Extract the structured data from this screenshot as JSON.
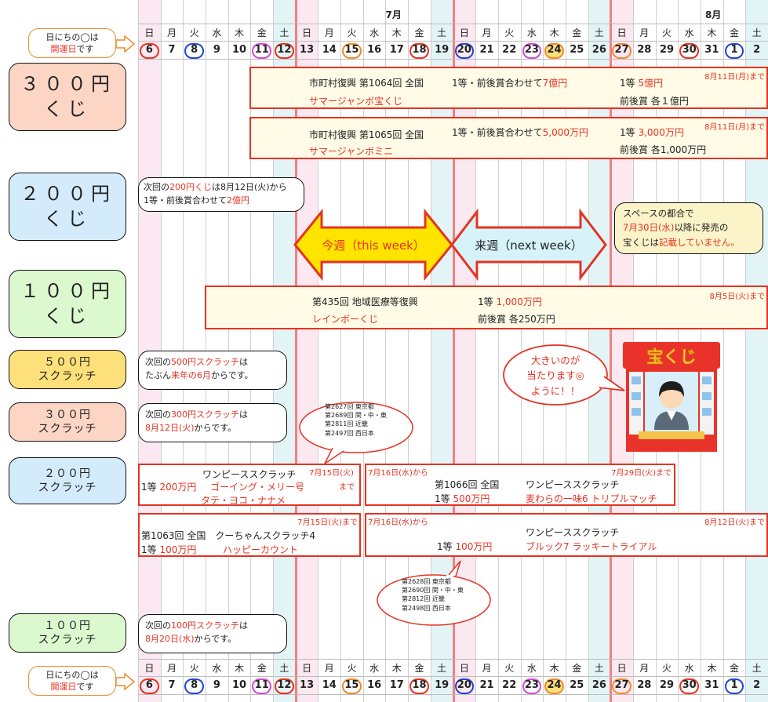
{
  "calendar": {
    "months": [
      {
        "label": "7月",
        "day_index": 3
      },
      {
        "label": "8月",
        "day_index": 25
      }
    ],
    "days": [
      {
        "dow": "日",
        "d": "6",
        "ring": "#e53322"
      },
      {
        "dow": "月",
        "d": "7",
        "ring": ""
      },
      {
        "dow": "火",
        "d": "8",
        "ring": "#1f45d1"
      },
      {
        "dow": "水",
        "d": "9",
        "ring": ""
      },
      {
        "dow": "木",
        "d": "10",
        "ring": ""
      },
      {
        "dow": "金",
        "d": "11",
        "ring": "#d24bd3"
      },
      {
        "dow": "土",
        "d": "12",
        "ring": "#e53322"
      },
      {
        "dow": "日",
        "d": "13",
        "ring": ""
      },
      {
        "dow": "月",
        "d": "14",
        "ring": ""
      },
      {
        "dow": "火",
        "d": "15",
        "ring": "#f08a2d"
      },
      {
        "dow": "水",
        "d": "16",
        "ring": ""
      },
      {
        "dow": "木",
        "d": "17",
        "ring": ""
      },
      {
        "dow": "金",
        "d": "18",
        "ring": "#e53322"
      },
      {
        "dow": "土",
        "d": "19",
        "ring": ""
      },
      {
        "dow": "日",
        "d": "20",
        "ring": "#1f45d1"
      },
      {
        "dow": "月",
        "d": "21",
        "ring": ""
      },
      {
        "dow": "火",
        "d": "22",
        "ring": ""
      },
      {
        "dow": "水",
        "d": "23",
        "ring": "#d24bd3"
      },
      {
        "dow": "木",
        "d": "24",
        "ring": "#f08a2d"
      },
      {
        "dow": "金",
        "d": "25",
        "ring": ""
      },
      {
        "dow": "土",
        "d": "26",
        "ring": ""
      },
      {
        "dow": "日",
        "d": "27",
        "ring": "#f08a2d"
      },
      {
        "dow": "月",
        "d": "28",
        "ring": ""
      },
      {
        "dow": "火",
        "d": "29",
        "ring": ""
      },
      {
        "dow": "水",
        "d": "30",
        "ring": "#e53322"
      },
      {
        "dow": "木",
        "d": "31",
        "ring": ""
      },
      {
        "dow": "金",
        "d": "1",
        "ring": "#1f45d1"
      },
      {
        "dow": "土",
        "d": "2",
        "ring": ""
      }
    ],
    "legend_line1": "日にちの◯は",
    "legend_line2": "開運日",
    "legend_line2b": "です"
  },
  "labels": {
    "k300": [
      "３００円",
      "くじ"
    ],
    "k200": [
      "２００円",
      "くじ"
    ],
    "k100": [
      "１００円",
      "くじ"
    ],
    "s500": [
      "５００円",
      "スクラッチ"
    ],
    "s300": [
      "３００円",
      "スクラッチ"
    ],
    "s200": [
      "２００円",
      "スクラッチ"
    ],
    "s100": [
      "１００円",
      "スクラッチ"
    ]
  },
  "lotto300a": {
    "line1": "市町村復興 第1064回 全国",
    "prize_a": "1等・前後賞合わせて",
    "prize_a_val": "7億円",
    "name": "サマージャンボ宝くじ",
    "first": "1等",
    "first_val": "5億円",
    "side": "前後賞 各１億円",
    "until": "8月11日(月)まで"
  },
  "lotto300b": {
    "line1": "市町村復興 第1065回 全国",
    "prize_a": "1等・前後賞合わせて",
    "prize_a_val": "5,000万円",
    "name": "サマージャンボミニ",
    "first": "1等",
    "first_val": "3,000万円",
    "side": "前後賞 各1,000万円",
    "until": "8月11日(月)まで"
  },
  "note200": {
    "a": "次回の",
    "b": "200円くじ",
    "c": "は8月12日(火)から",
    "d": "1等・前後賞合わせて",
    "e": "2億円"
  },
  "week": {
    "this": "今週（this week）",
    "next": "来週（next week）"
  },
  "space_note": {
    "l1": "スペースの都合で",
    "l2a": "7月30日(水)",
    "l2b": "以降に発売の",
    "l3a": "宝くじは",
    "l3b": "記載していません。"
  },
  "lotto100": {
    "line1": "第435回 地域医療等復興",
    "name": "レインボーくじ",
    "first": "1等",
    "first_val": "1,000万円",
    "side": "前後賞 各250万円",
    "until": "8月5日(火)まで"
  },
  "note500": {
    "a": "次回の",
    "b": "500円スクラッチ",
    "c": "は",
    "d": "たぶん",
    "e": "来年の6月",
    "f": "からです。"
  },
  "note300": {
    "a": "次回の",
    "b": "300円スクラッチ",
    "c": "は",
    "d": "8月12日(火)",
    "e": "からです。"
  },
  "note100": {
    "a": "次回の",
    "b": "100円スクラッチ",
    "c": "は",
    "d": "8月20日(水)",
    "e": "からです。"
  },
  "bubble": {
    "l1": "大きいのが",
    "l2": "当たります",
    "l3": "ように！！"
  },
  "booth_sign": "宝くじ",
  "callout1": [
    "第2627回 東京都",
    "第2689回 関・中・東",
    "第2811回 近畿",
    "第2497回 西日本"
  ],
  "callout2": [
    "第2628回 東京都",
    "第2690回 関・中・東",
    "第2812回 近畿",
    "第2498回 西日本"
  ],
  "s200a": {
    "title": "ワンピーススクラッチ",
    "first": "1等",
    "first_val": "200万円",
    "name1": "ゴーイング・メリー号",
    "name2": "タテ・ヨコ・ナナメ",
    "until1": "7月15日(火)",
    "until2": "まで"
  },
  "s200b": {
    "from": "7月16日(水)から",
    "until": "7月29日(火)まで",
    "line1": "第1066回 全国",
    "title": "ワンピーススクラッチ",
    "first": "1等",
    "first_val": "500万円",
    "name": "麦わらの一味6 トリプルマッチ"
  },
  "s200c": {
    "until": "7月15日(火)まで",
    "line1": "第1063回 全国　クーちゃんスクラッチ4",
    "first": "1等",
    "first_val": "100万円",
    "name": "ハッピーカウント"
  },
  "s200d": {
    "from": "7月16日(水)から",
    "until": "8月12日(火)まで",
    "title": "ワンピーススクラッチ",
    "first": "1等",
    "first_val": "100万円",
    "name": "ブルック7 ラッキートライアル"
  },
  "colors": {
    "red": "#e53322",
    "orange": "#f08a2d",
    "blue": "#1f45d1",
    "magenta": "#d24bd3"
  }
}
